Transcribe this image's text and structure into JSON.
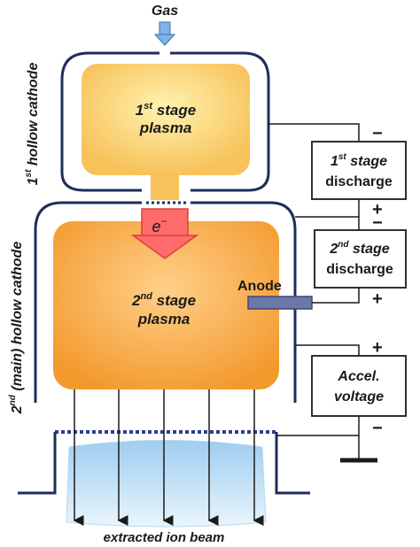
{
  "gas_label": "Gas",
  "stage1": {
    "cathode_label_main": "1",
    "cathode_label_sup": "st",
    "cathode_label_rest": " hollow cathode",
    "plasma_line1_main": "1",
    "plasma_line1_sup": "st",
    "plasma_line1_rest": " stage",
    "plasma_line2": "plasma"
  },
  "stage2": {
    "cathode_label_main": "2",
    "cathode_label_sup": "nd",
    "cathode_label_rest": " (main) hollow cathode",
    "plasma_line1_main": "2",
    "plasma_line1_sup": "nd",
    "plasma_line1_rest": " stage",
    "plasma_line2": "plasma",
    "anode_label": "Anode"
  },
  "electron_label": "e",
  "electron_sup": "−",
  "supplies": {
    "stage1_line1_main": "1",
    "stage1_line1_sup": "st",
    "stage1_line1_rest": " stage",
    "stage1_line2": "discharge",
    "stage2_line1_main": "2",
    "stage2_line1_sup": "nd",
    "stage2_line1_rest": " stage",
    "stage2_line2": "discharge",
    "accel_line1": "Accel.",
    "accel_line2": "voltage"
  },
  "polarity": {
    "s1_top": "−",
    "s1_bottom": "+",
    "s2_top": "−",
    "s2_bottom": "+",
    "acc_top": "+",
    "acc_bottom": "−"
  },
  "beam_label": "extracted ion beam",
  "colors": {
    "plasma1_center": "#fff3b0",
    "plasma1_edge": "#f7c25a",
    "plasma2_center": "#ffd08a",
    "plasma2_edge": "#f39a2e",
    "electron_arrow": "#ff6b6b",
    "gas_arrow": "#7fb3e6",
    "cathode_line": "#1f2d5a",
    "anode_rod": "#6b78a8",
    "beam": "#cfe8f7"
  }
}
